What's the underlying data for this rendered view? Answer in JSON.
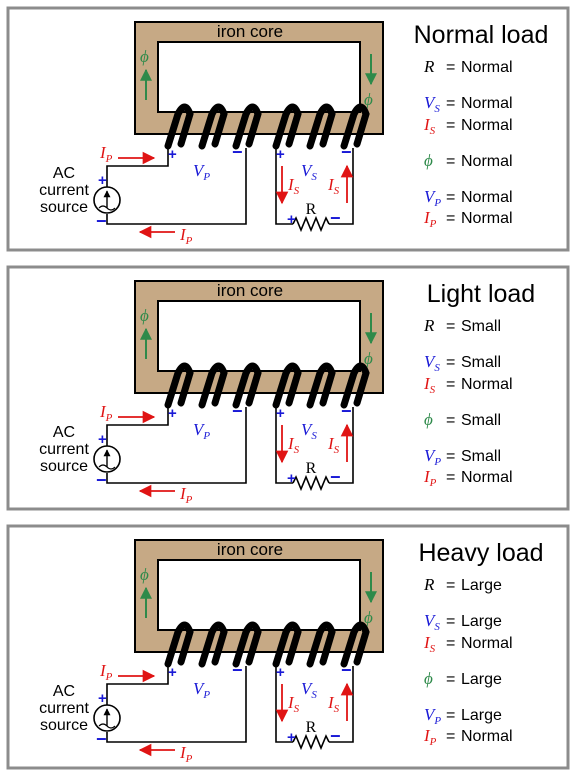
{
  "labels": {
    "core": "iron core",
    "source_line1": "AC",
    "source_line2": "current",
    "source_line3": "source",
    "resistor": "R"
  },
  "symbols": {
    "R": "R",
    "V": "V",
    "I": "I",
    "phi": "ϕ",
    "sub_S": "S",
    "sub_P": "P",
    "plus": "+",
    "minus": "−",
    "equals": "="
  },
  "colors": {
    "voltage": "#1a1ad6",
    "current": "#e01414",
    "flux": "#2e8a4a",
    "core": "#c6a985"
  },
  "panels": [
    {
      "title": "Normal load",
      "R": "Normal",
      "VS": "Normal",
      "IS": "Normal",
      "phi": "Normal",
      "VP": "Normal",
      "IP": "Normal"
    },
    {
      "title": "Light load",
      "R": "Small",
      "VS": "Small",
      "IS": "Normal",
      "phi": "Small",
      "VP": "Small",
      "IP": "Normal"
    },
    {
      "title": "Heavy load",
      "R": "Large",
      "VS": "Large",
      "IS": "Normal",
      "phi": "Large",
      "VP": "Large",
      "IP": "Normal"
    }
  ]
}
